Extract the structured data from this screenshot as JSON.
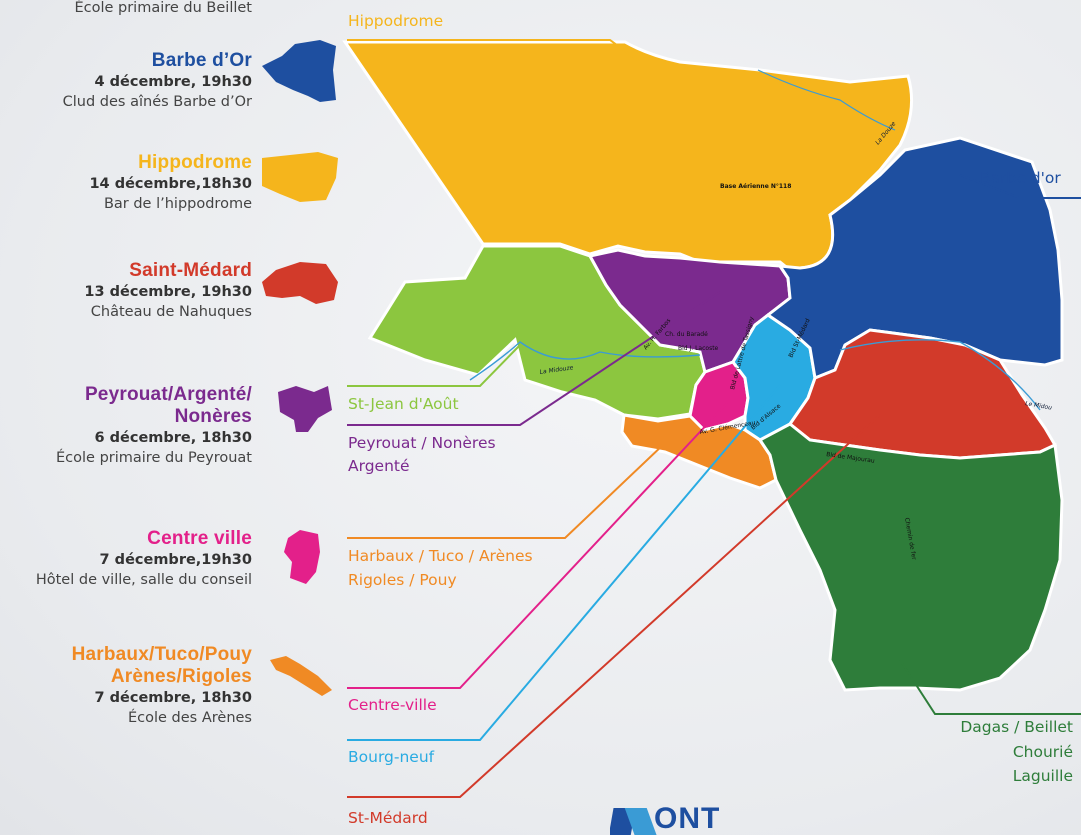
{
  "top_partial": "École  primaire du Beillet",
  "events": [
    {
      "title": "Barbe d’Or",
      "date": "4 décembre, 19h30",
      "place": "Clud des aînés Barbe d’Or",
      "color": "#1e4fa0"
    },
    {
      "title": "Hippodrome",
      "date": "14 décembre,18h30",
      "place": "Bar de l’hippodrome",
      "color": "#f5b51c"
    },
    {
      "title": "Saint-Médard",
      "date": "13 décembre, 19h30",
      "place": "Château de Nahuques",
      "color": "#d23a2a"
    },
    {
      "title_line1": "Peyrouat/Argenté/",
      "title_line2": "Nonères",
      "date": "6 décembre, 18h30",
      "place": "École primaire du Peyrouat",
      "color": "#7b2a8e"
    },
    {
      "title": "Centre ville",
      "date": "7 décembre,19h30",
      "place": "Hôtel de ville, salle du conseil",
      "color": "#e3208a"
    },
    {
      "title_line1": "Harbaux/Tuco/Pouy",
      "title_line2": "Arènes/Rigoles",
      "date": "7 décembre, 18h30",
      "place": "École des Arènes",
      "color": "#f08a24"
    }
  ],
  "district_labels": {
    "hippodrome": "Hippodrome",
    "barbe_dor": "Barbe d'or",
    "st_jean": "St-Jean d'Août",
    "peyrouat_1": "Peyrouat / Nonères",
    "peyrouat_2": "Argenté",
    "harbaux_1": "Harbaux / Tuco / Arènes",
    "harbaux_2": "Rigoles / Pouy",
    "centre": "Centre-ville",
    "bourg": "Bourg-neuf",
    "st_medard": "St-Médard",
    "dagas_1": "Dagas / Beillet",
    "dagas_2": "Chourié",
    "dagas_3": "Laguille"
  },
  "map_text": {
    "base": "Base Aérienne  N°118",
    "douze": "La Douze",
    "midouze": "La Midouze",
    "midou": "Le Midou",
    "ch_baradé": "Ch. du Baradé",
    "bd_lacoste": "Bld J. Lacoste",
    "av_foch": "Av. H. Farbos",
    "bd_lattre": "Bld de Lattre de Tassigny",
    "av_clemenceau": "Av. G. Clémenceau",
    "bd_st_medard": "Bld St-Médard",
    "bd_alsace": "Bld d'Alsace",
    "bd_majourau": "Bld de Majourau",
    "chemin_fer": "Chemin de fer"
  },
  "logo_text": "ONT",
  "colors": {
    "barbe": "#1e4fa0",
    "hippo": "#f5b51c",
    "medard": "#d23a2a",
    "peyrouat": "#7b2a8e",
    "centre": "#e3208a",
    "harbaux": "#f08a24",
    "stjean": "#8cc63f",
    "bourg": "#29abe2",
    "dagas": "#2e7d3a"
  }
}
